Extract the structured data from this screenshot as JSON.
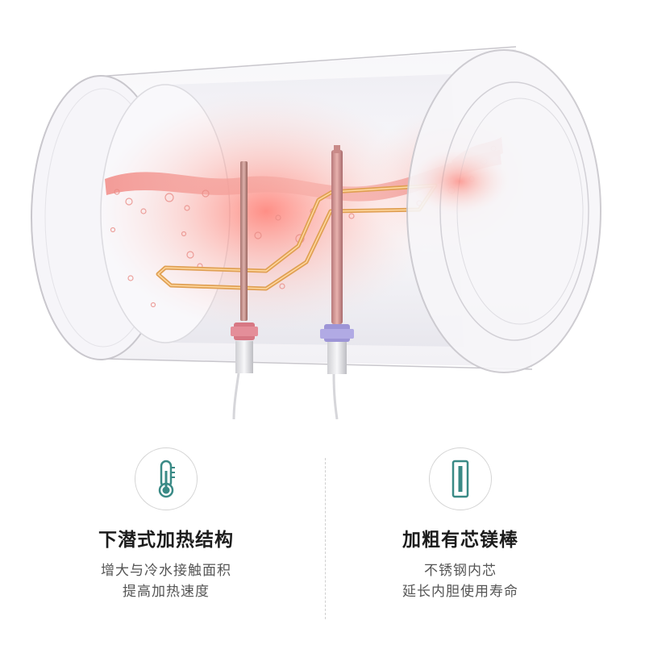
{
  "features": [
    {
      "icon": "thermometer-icon",
      "title": "下潜式加热结构",
      "desc_line1": "增大与冷水接触面积",
      "desc_line2": "提高加热速度"
    },
    {
      "icon": "magnesium-rod-icon",
      "title": "加粗有芯镁棒",
      "desc_line1": "不锈钢内芯",
      "desc_line2": "延长内胆使用寿命"
    }
  ],
  "colors": {
    "icon_accent": "#3a8a86",
    "heat_glow": "#ff7a6e",
    "heating_tube": "#e2a45a",
    "left_flange": "#d97c86",
    "right_flange": "#9d96d6"
  }
}
